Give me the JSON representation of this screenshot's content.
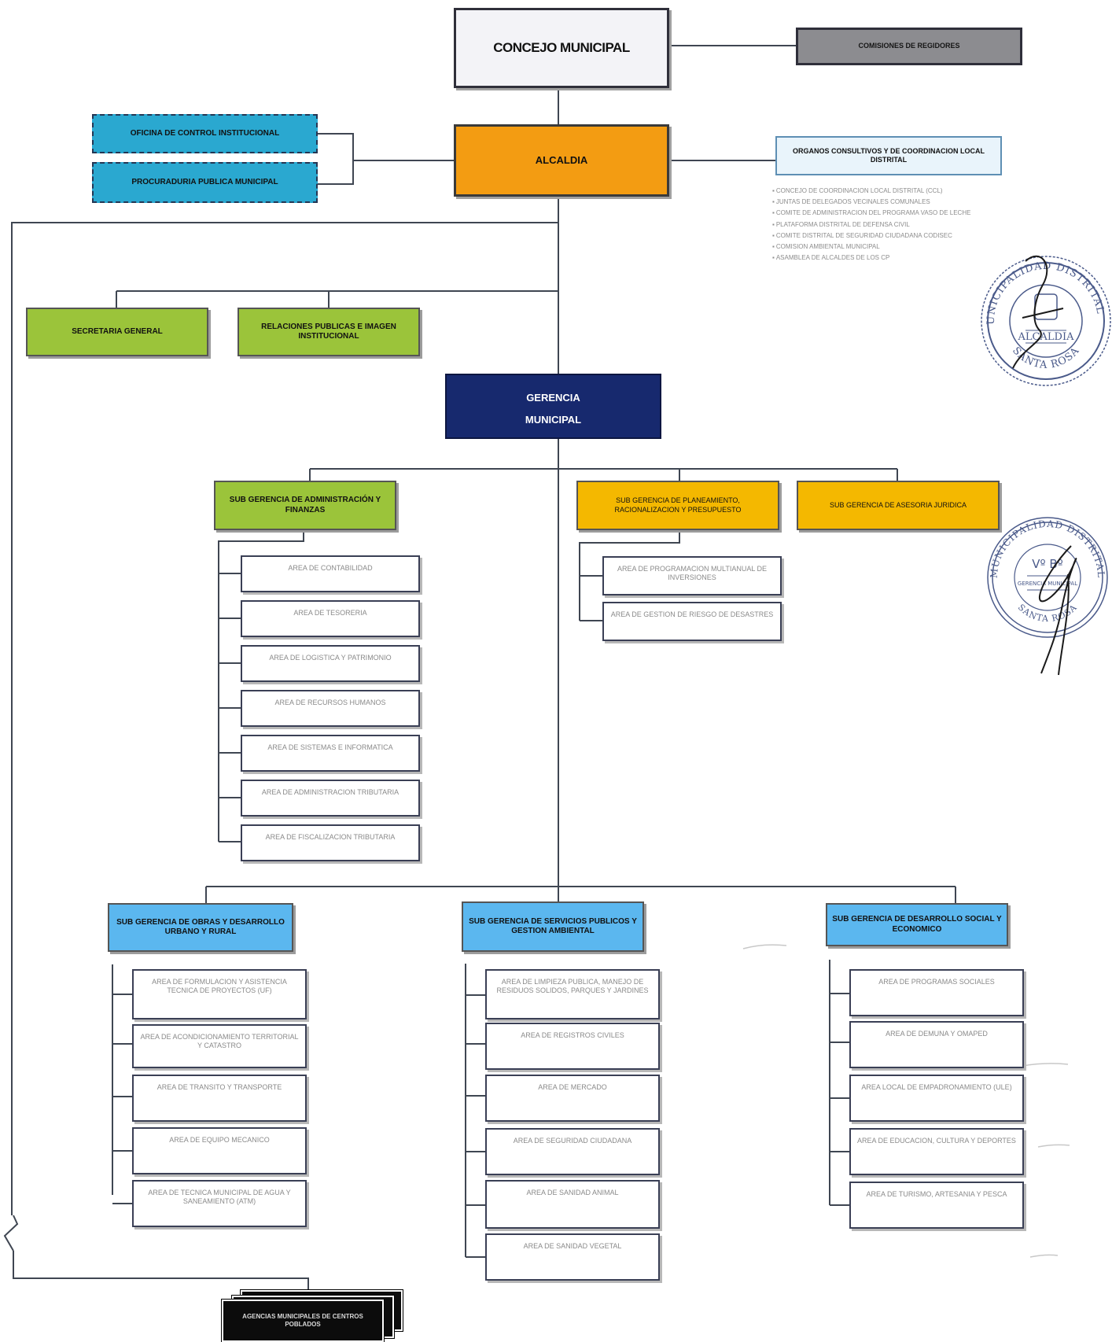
{
  "concejo": "CONCEJO MUNICIPAL",
  "comisiones": "COMISIONES DE REGIDORES",
  "oci": "OFICINA DE CONTROL INSTITUCIONAL",
  "procuraduria": "PROCURADURIA PUBLICA MUNICIPAL",
  "alcaldia": "ALCALDIA",
  "organos": {
    "title": "ORGANOS CONSULTIVOS Y DE COORDINACION LOCAL DISTRITAL",
    "items": [
      "CONCEJO DE COORDINACION LOCAL DISTRITAL (CCL)",
      "JUNTAS DE DELEGADOS VECINALES COMUNALES",
      "COMITE DE ADMINISTRACION DEL PROGRAMA VASO DE LECHE",
      "PLATAFORMA DISTRITAL DE DEFENSA CIVIL",
      "COMITE DISTRITAL DE SEGURIDAD CIUDADANA CODISEC",
      "COMISION AMBIENTAL MUNICIPAL",
      "ASAMBLEA DE ALCALDES DE LOS CP"
    ]
  },
  "secretaria": "SECRETARIA GENERAL",
  "relaciones": "RELACIONES PUBLICAS E IMAGEN INSTITUCIONAL",
  "gerencia": [
    "GERENCIA",
    "MUNICIPAL"
  ],
  "sg_admin": "SUB GERENCIA DE ADMINISTRACIÓN Y FINANZAS",
  "sg_plan": "SUB GERENCIA DE PLANEAMIENTO, RACIONALIZACION Y PRESUPUESTO",
  "sg_asesoria": "SUB GERENCIA DE ASESORIA JURIDICA",
  "admin_areas": [
    "AREA DE CONTABILIDAD",
    "AREA DE TESORERIA",
    "AREA DE LOGISTICA Y PATRIMONIO",
    "AREA DE RECURSOS HUMANOS",
    "AREA DE SISTEMAS E INFORMATICA",
    "AREA DE ADMINISTRACION TRIBUTARIA",
    "AREA DE FISCALIZACION TRIBUTARIA"
  ],
  "plan_areas": [
    "AREA DE PROGRAMACION MULTIANUAL DE INVERSIONES",
    "AREA DE GESTION DE RIESGO DE DESASTRES"
  ],
  "sg_obras": "SUB GERENCIA DE OBRAS Y DESARROLLO URBANO Y RURAL",
  "sg_servicios": "SUB GERENCIA DE SERVICIOS PUBLICOS Y GESTION AMBIENTAL",
  "sg_social": "SUB GERENCIA DE DESARROLLO SOCIAL Y ECONOMICO",
  "obras_areas": [
    "AREA DE FORMULACION Y ASISTENCIA TECNICA DE PROYECTOS (UF)",
    "AREA DE ACONDICIONAMIENTO TERRITORIAL Y CATASTRO",
    "AREA DE TRANSITO Y TRANSPORTE",
    "AREA DE EQUIPO MECANICO",
    "AREA DE TECNICA MUNICIPAL DE AGUA Y SANEAMIENTO (ATM)"
  ],
  "servicios_areas": [
    "AREA DE LIMPIEZA PUBLICA, MANEJO DE RESIDUOS SOLIDOS, PARQUES Y JARDINES",
    "AREA DE REGISTROS CIVILES",
    "AREA DE MERCADO",
    "AREA DE SEGURIDAD CIUDADANA",
    "AREA DE SANIDAD ANIMAL",
    "AREA DE SANIDAD VEGETAL"
  ],
  "social_areas": [
    "AREA DE PROGRAMAS SOCIALES",
    "AREA DE DEMUNA Y OMAPED",
    "AREA LOCAL DE EMPADRONAMIENTO (ULE)",
    "AREA DE EDUCACION, CULTURA Y DEPORTES",
    "AREA DE TURISMO, ARTESANIA Y PESCA"
  ],
  "agencias": "AGENCIAS MUNICIPALES DE CENTROS POBLADOS",
  "seal1": {
    "top": "MUNICIPALIDAD DISTRITAL DE",
    "bottom": "SANTA ROSA",
    "center": "ALCALDIA"
  },
  "seal2": {
    "top": "MUNICIPALIDAD DISTRITAL",
    "center1": "Vº Bº",
    "center2": "GERENCIA MUNICIPAL",
    "bottom": "SANTA ROSA"
  },
  "colors": {
    "concejo_fill": "#f3f3f7",
    "comisiones_fill": "#8c8c90",
    "alcaldia_fill": "#f39c12",
    "oci_fill": "#2aa8d0",
    "green": "#9bc43a",
    "navy": "#17296e",
    "yellow": "#f4b800",
    "blue": "#5bb7ef",
    "line": "#3f4652",
    "seal": "#4a5a8a"
  }
}
